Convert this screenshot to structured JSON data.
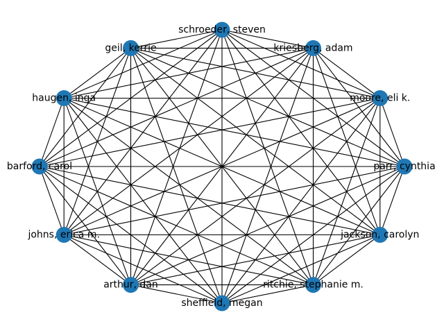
{
  "graph": {
    "layout": "circular",
    "complete": true,
    "node_color": "#1f77b4",
    "edge_color": "#000000",
    "nodes": [
      {
        "id": "schroeder",
        "label": "schroeder, steven"
      },
      {
        "id": "kriesberg",
        "label": "kriesberg, adam"
      },
      {
        "id": "moore",
        "label": "moore, eli k."
      },
      {
        "id": "parr",
        "label": "parr, cynthia"
      },
      {
        "id": "jackson",
        "label": "jackson, carolyn"
      },
      {
        "id": "ritchie",
        "label": "ritchie, stephanie m."
      },
      {
        "id": "sheffield",
        "label": "sheffield, megan"
      },
      {
        "id": "arthur",
        "label": "arthur, dan"
      },
      {
        "id": "johns",
        "label": "johns, erica m."
      },
      {
        "id": "barford",
        "label": "barford, carol"
      },
      {
        "id": "haugen",
        "label": "haugen, inga"
      },
      {
        "id": "geil",
        "label": "geil, kerrie"
      }
    ]
  }
}
